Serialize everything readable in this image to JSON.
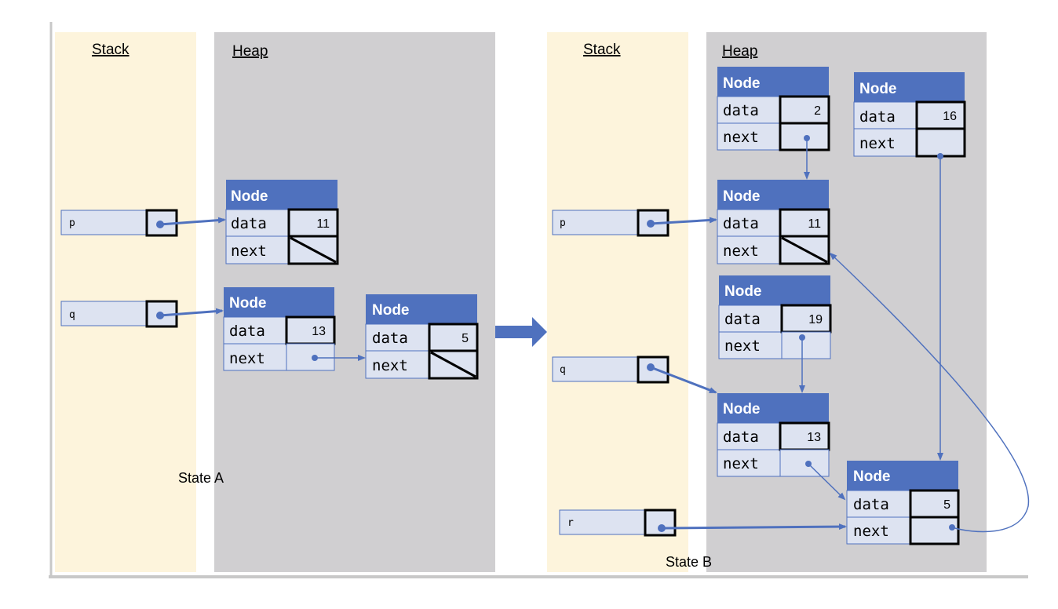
{
  "states": [
    {
      "caption": "State A",
      "stack_label": "Stack",
      "heap_label": "Heap",
      "variables": [
        {
          "id": "A-p",
          "name": "p"
        },
        {
          "id": "A-q",
          "name": "q"
        }
      ],
      "nodes": [
        {
          "id": "A-n11",
          "header": "Node",
          "data_label": "data",
          "next_label": "next",
          "data_value": "11",
          "next_null": true
        },
        {
          "id": "A-n13",
          "header": "Node",
          "data_label": "data",
          "next_label": "next",
          "data_value": "13",
          "next_null": false
        },
        {
          "id": "A-n5",
          "header": "Node",
          "data_label": "data",
          "next_label": "next",
          "data_value": "5",
          "next_null": true
        }
      ]
    },
    {
      "caption": "State B",
      "stack_label": "Stack",
      "heap_label": "Heap",
      "variables": [
        {
          "id": "B-p",
          "name": "p"
        },
        {
          "id": "B-q",
          "name": "q"
        },
        {
          "id": "B-r",
          "name": "r"
        }
      ],
      "nodes": [
        {
          "id": "B-n2",
          "header": "Node",
          "data_label": "data",
          "next_label": "next",
          "data_value": "2",
          "next_null": false
        },
        {
          "id": "B-n16",
          "header": "Node",
          "data_label": "data",
          "next_label": "next",
          "data_value": "16",
          "next_null": false
        },
        {
          "id": "B-n11",
          "header": "Node",
          "data_label": "data",
          "next_label": "next",
          "data_value": "11",
          "next_null": true
        },
        {
          "id": "B-n19",
          "header": "Node",
          "data_label": "data",
          "next_label": "next",
          "data_value": "19",
          "next_null": false
        },
        {
          "id": "B-n13",
          "header": "Node",
          "data_label": "data",
          "next_label": "next",
          "data_value": "13",
          "next_null": false
        },
        {
          "id": "B-n5",
          "header": "Node",
          "data_label": "data",
          "next_label": "next",
          "data_value": "5",
          "next_null": false
        }
      ]
    }
  ],
  "colors": {
    "stack_bg": "#fdf4dc",
    "heap_bg": "#d0cfd1",
    "node_header": "#4f71be",
    "cell_bg": "#dde3f1",
    "arrow": "#4f71be",
    "transition_arrow": "#4f71be"
  }
}
